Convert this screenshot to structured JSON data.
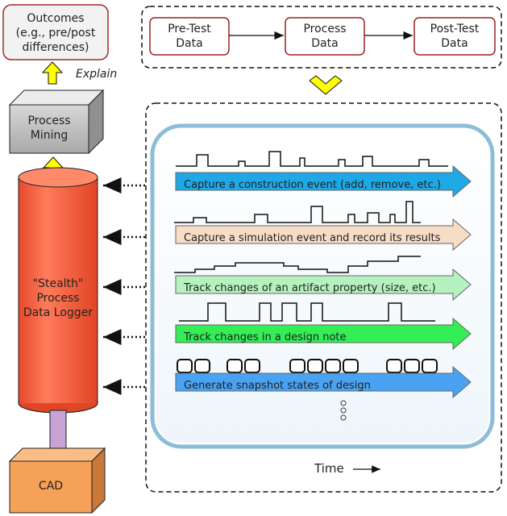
{
  "outcomes": {
    "line1": "Outcomes",
    "line2": "(e.g., pre/post",
    "line3": "differences)"
  },
  "explain_label": "Explain",
  "process_mining": {
    "line1": "Process",
    "line2": "Mining"
  },
  "logger": {
    "line1": "\"Stealth\"",
    "line2": "Process",
    "line3": "Data Logger"
  },
  "cad_label": "CAD",
  "flow": {
    "pretest": {
      "line1": "Pre-Test",
      "line2": "Data"
    },
    "process": {
      "line1": "Process",
      "line2": "Data"
    },
    "posttest": {
      "line1": "Post-Test",
      "line2": "Data"
    }
  },
  "rows": [
    {
      "label": "Capture a construction event (add, remove, etc.)",
      "color": "#1ea8e6"
    },
    {
      "label": "Capture a simulation event and record its results",
      "color": "#f7dcc6"
    },
    {
      "label": "Track changes of an artifact property (size, etc.)",
      "color": "#b6f2bf"
    },
    {
      "label": "Track changes in a design note",
      "color": "#33ee55"
    },
    {
      "label": "Generate snapshot states of design",
      "color": "#4aa3f2"
    }
  ],
  "time_label": "Time",
  "colors": {
    "cylinder": "#ff6e4c",
    "cad": "#f5a15a",
    "highlight_arrow": "#ffff00",
    "panel_border": "#7fb3d3",
    "flow_border": "#9a2020"
  }
}
